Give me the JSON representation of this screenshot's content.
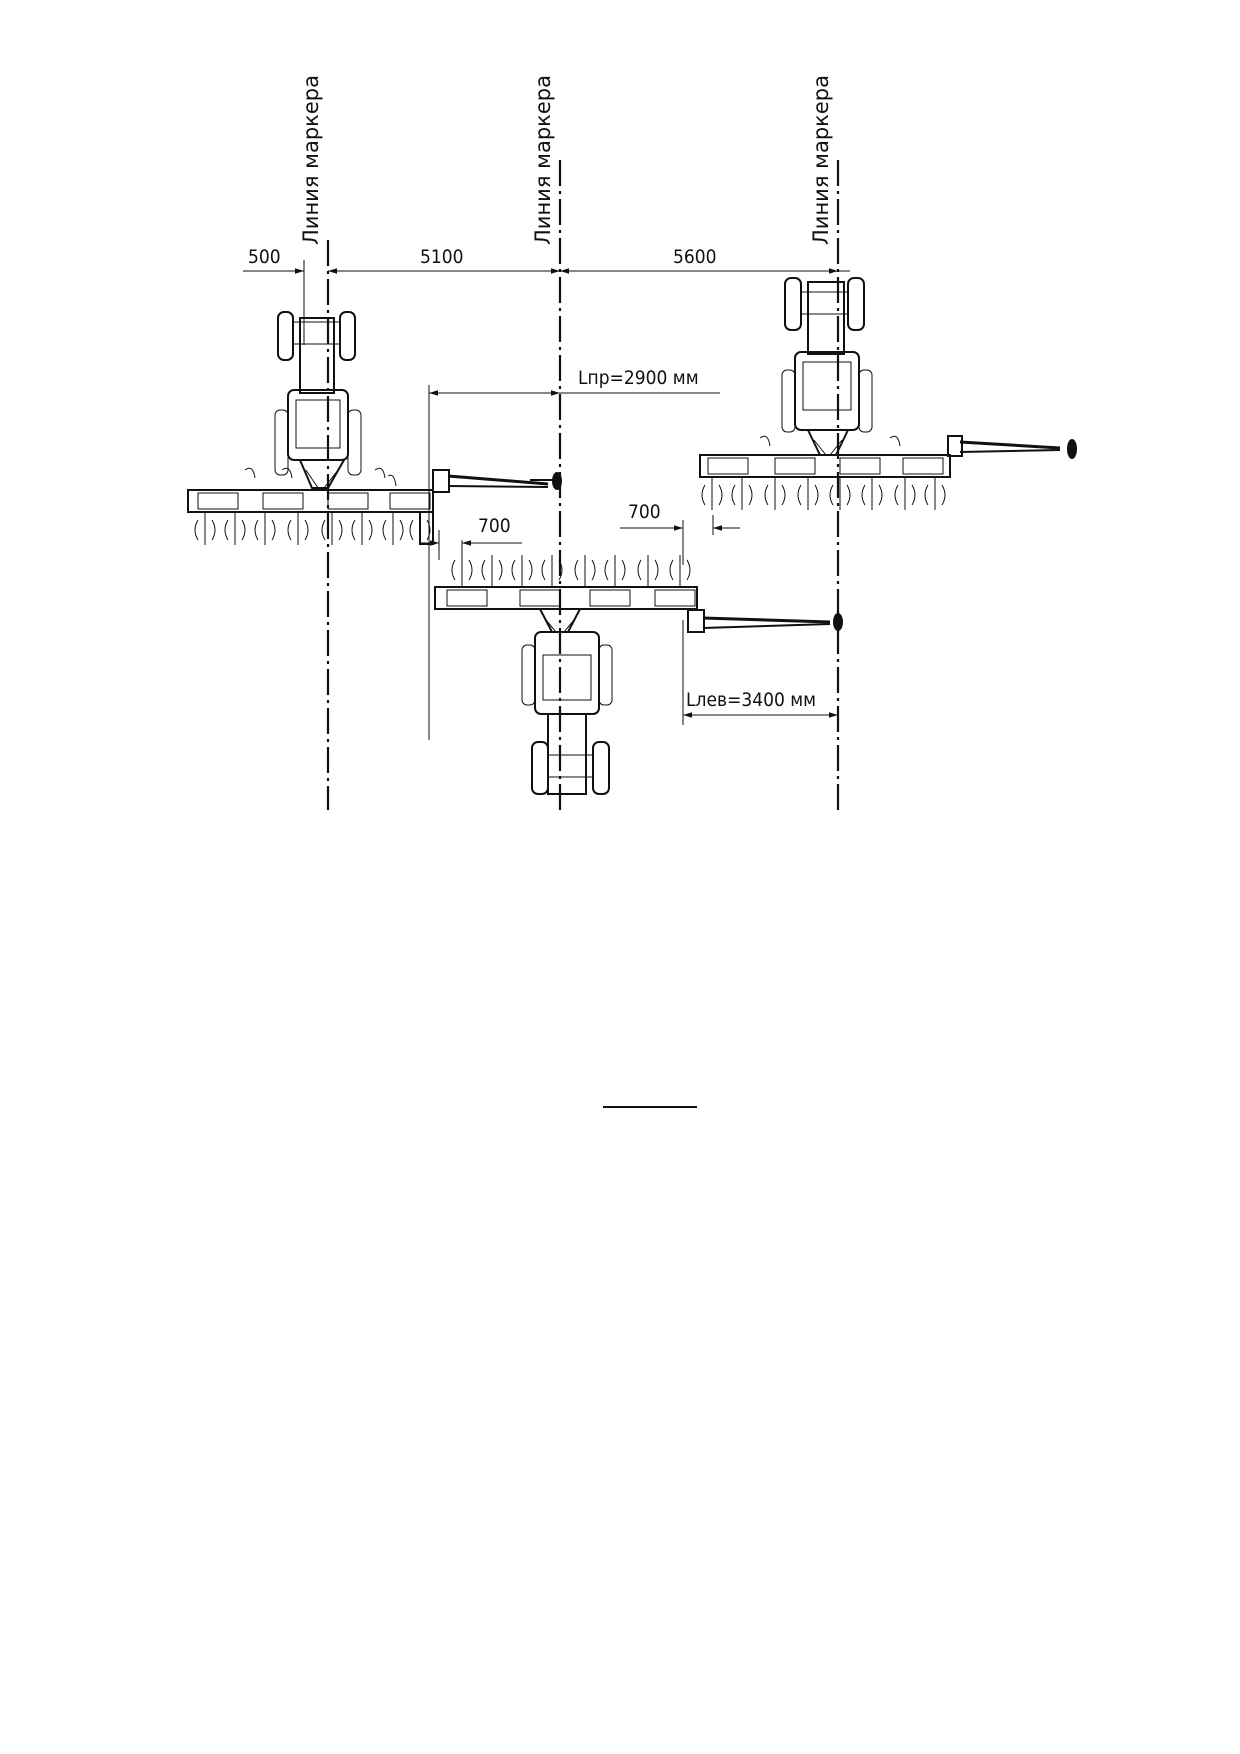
{
  "marker_lines": [
    {
      "label": "Линия маркера"
    },
    {
      "label": "Линия маркера"
    },
    {
      "label": "Линия маркера"
    }
  ],
  "dimensions": {
    "offset_left": "500",
    "between_first_second": "5100",
    "between_second_third": "5600",
    "right_marker": "Lпр=2900 мм",
    "left_marker": "Lлев=3400 мм",
    "overlap_left": "700",
    "overlap_right": "700"
  }
}
